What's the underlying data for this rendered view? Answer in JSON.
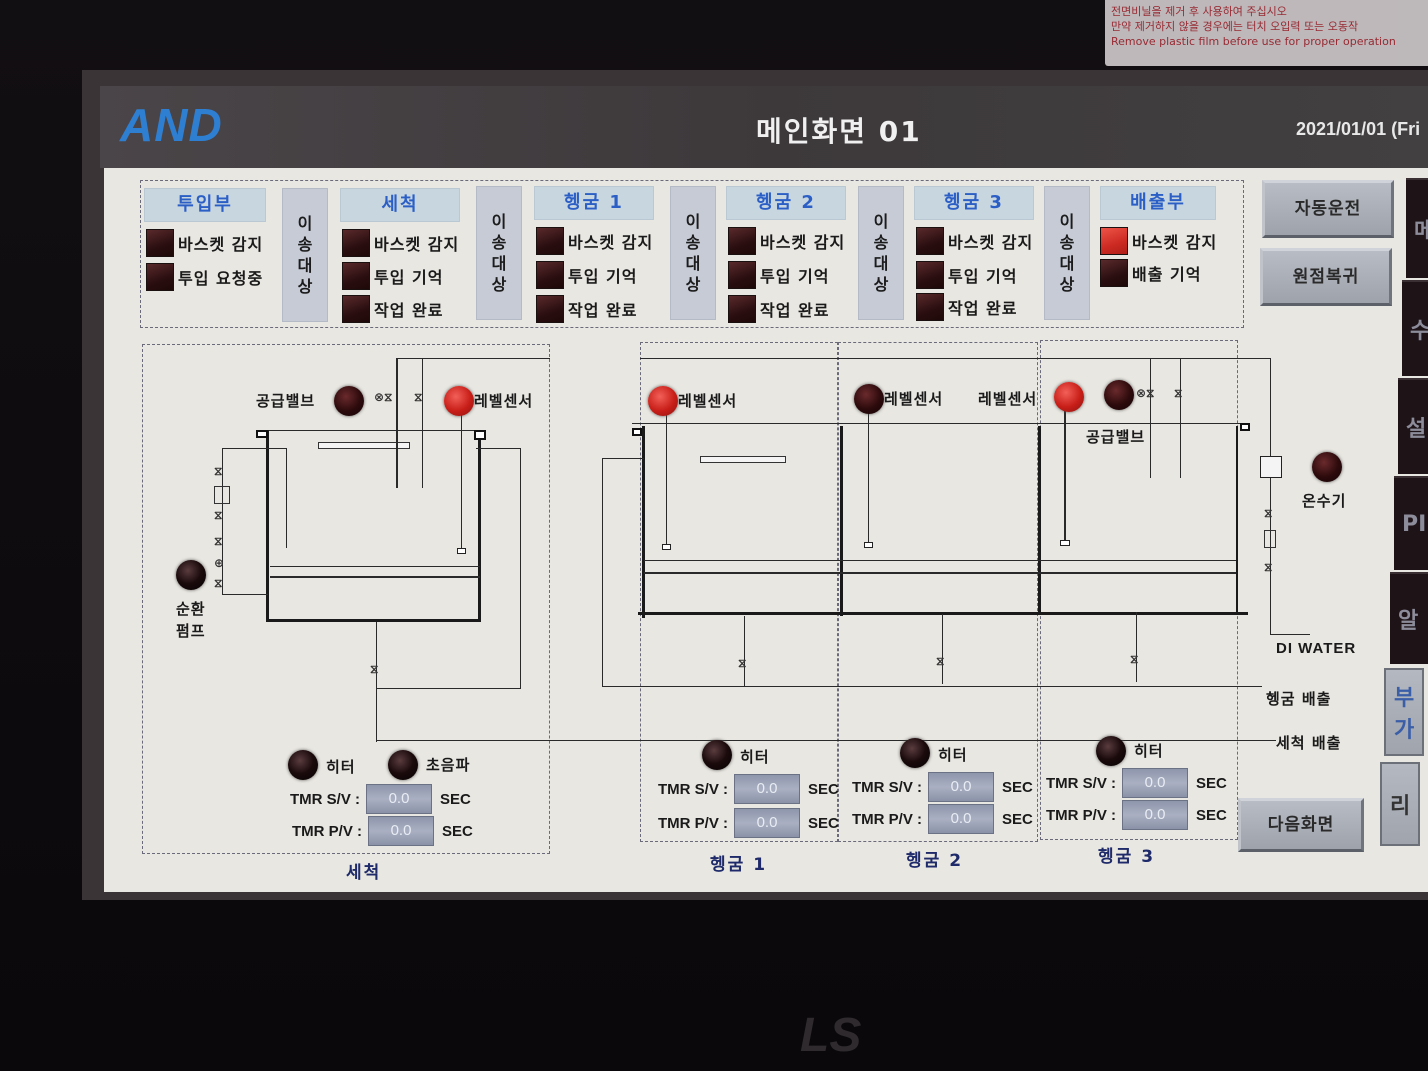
{
  "sticker": {
    "line1": "전면비닐을 제거 후 사용하여 주십시오",
    "line2": "만약 제거하지 않을 경우에는 터치 오입력 또는 오동작",
    "line3": "Remove plastic film before use for proper operation"
  },
  "header": {
    "logo": "AND",
    "title": "메인화면 01",
    "datetime": "2021/01/01 (Fri"
  },
  "status_panel": {
    "transfer_label": [
      "이",
      "송",
      "대",
      "상"
    ],
    "sections": [
      {
        "title": "투입부",
        "indicators": [
          {
            "label": "바스켓 감지",
            "on": false
          },
          {
            "label": "투입 요청중",
            "on": false
          }
        ]
      },
      {
        "title": "세척",
        "indicators": [
          {
            "label": "바스켓 감지",
            "on": false
          },
          {
            "label": "투입 기억",
            "on": false
          },
          {
            "label": "작업 완료",
            "on": false
          }
        ]
      },
      {
        "title": "헹굼 1",
        "indicators": [
          {
            "label": "바스켓 감지",
            "on": false
          },
          {
            "label": "투입 기억",
            "on": false
          },
          {
            "label": "작업 완료",
            "on": false
          }
        ]
      },
      {
        "title": "헹굼 2",
        "indicators": [
          {
            "label": "바스켓 감지",
            "on": false
          },
          {
            "label": "투입 기억",
            "on": false
          },
          {
            "label": "작업 완료",
            "on": false
          }
        ]
      },
      {
        "title": "헹굼 3",
        "indicators": [
          {
            "label": "바스켓 감지",
            "on": false
          },
          {
            "label": "투입 기억",
            "on": false
          },
          {
            "label": "작업 완료",
            "on": false
          }
        ]
      },
      {
        "title": "배출부",
        "indicators": [
          {
            "label": "바스켓 감지",
            "on": true
          },
          {
            "label": "배출 기억",
            "on": false
          }
        ]
      }
    ]
  },
  "buttons": {
    "auto_run": "자동운전",
    "home_return": "원점복귀",
    "next_screen": "다음화면"
  },
  "side_tabs": [
    "메",
    "수",
    "설",
    "PI",
    "알",
    "부가",
    "리"
  ],
  "diagram": {
    "wash": {
      "supply_valve": "공급밸브",
      "level_sensor": "레벨센서",
      "circ_pump": [
        "순환",
        "펌프"
      ],
      "heater": "히터",
      "ultrasonic": "초음파",
      "tmr_sv_label": "TMR S/V :",
      "tmr_pv_label": "TMR P/V :",
      "tmr_sv": "0.0",
      "tmr_pv": "0.0",
      "unit": "SEC",
      "zone": "세척"
    },
    "rinse1": {
      "level_sensor": "레벨센서",
      "heater": "히터",
      "tmr_sv_label": "TMR S/V :",
      "tmr_pv_label": "TMR P/V :",
      "tmr_sv": "0.0",
      "tmr_pv": "0.0",
      "unit": "SEC",
      "zone": "헹굼 1"
    },
    "rinse2": {
      "level_sensor": "레벨센서",
      "heater": "히터",
      "tmr_sv_label": "TMR S/V :",
      "tmr_pv_label": "TMR P/V :",
      "tmr_sv": "0.0",
      "tmr_pv": "0.0",
      "unit": "SEC",
      "zone": "헹굼 2"
    },
    "rinse3": {
      "level_sensor": "레벨센서",
      "supply_valve": "공급밸브",
      "heater": "히터",
      "tmr_sv_label": "TMR S/V :",
      "tmr_pv_label": "TMR P/V :",
      "tmr_sv": "0.0",
      "tmr_pv": "0.0",
      "unit": "SEC",
      "zone": "헹굼 3"
    },
    "water_heater": "온수기",
    "di_water": "DI WATER",
    "rinse_drain": "헹굼 배출",
    "wash_drain": "세척 배출"
  },
  "bezel": {
    "brand": "LS"
  },
  "colors": {
    "accent_blue": "#2e7fd2",
    "lamp_on": "#d8302a",
    "lamp_off": "#3a1416",
    "screen_bg": "#e9e7e1"
  }
}
